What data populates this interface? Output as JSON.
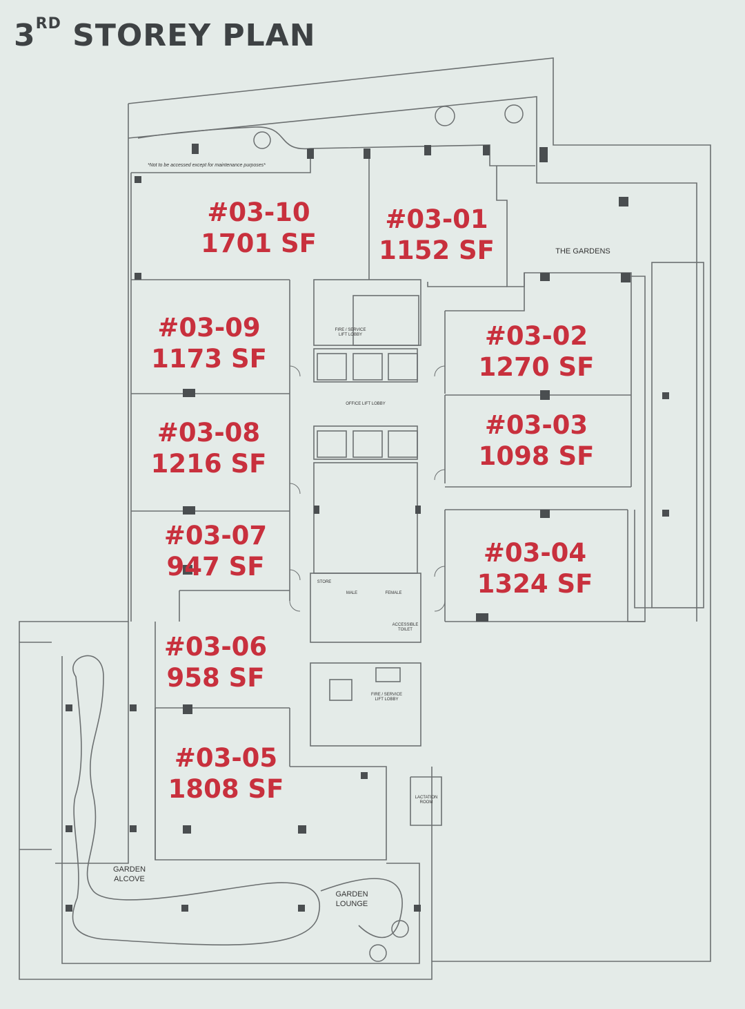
{
  "title": {
    "main": "3",
    "sup": "RD",
    "rest": " STOREY PLAN"
  },
  "note": "*Not to be accessed except for maintenance purposes*",
  "units": [
    {
      "id": "#03-10",
      "area": "1701 SF"
    },
    {
      "id": "#03-01",
      "area": "1152 SF"
    },
    {
      "id": "#03-09",
      "area": "1173 SF"
    },
    {
      "id": "#03-02",
      "area": "1270 SF"
    },
    {
      "id": "#03-08",
      "area": "1216 SF"
    },
    {
      "id": "#03-03",
      "area": "1098 SF"
    },
    {
      "id": "#03-07",
      "area": "947 SF"
    },
    {
      "id": "#03-04",
      "area": "1324 SF"
    },
    {
      "id": "#03-06",
      "area": "958 SF"
    },
    {
      "id": "#03-05",
      "area": "1808 SF"
    }
  ],
  "areas": {
    "gardens": "THE GARDENS",
    "garden_alcove_1": "GARDEN",
    "garden_alcove_2": "ALCOVE",
    "garden_lounge_1": "GARDEN",
    "garden_lounge_2": "LOUNGE",
    "fire_lobby_top_1": "FIRE / SERVICE",
    "fire_lobby_top_2": "LIFT LOBBY",
    "office_lift_lobby": "OFFICE LIFT LOBBY",
    "fire_lobby_bottom_1": "FIRE / SERVICE",
    "fire_lobby_bottom_2": "LIFT LOBBY",
    "store": "STORE",
    "male": "MALE",
    "female": "FEMALE",
    "accessible_1": "ACCESSIBLE",
    "accessible_2": "TOILET",
    "lactation_1": "LACTATION",
    "lactation_2": "ROOM"
  }
}
